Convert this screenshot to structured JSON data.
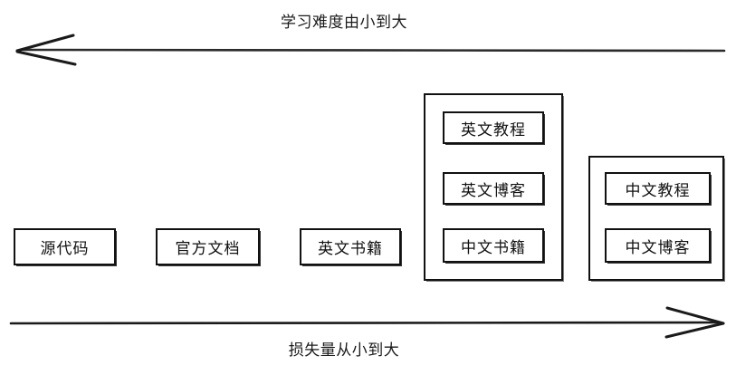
{
  "diagram": {
    "title_top": "学习难度由小到大",
    "title_bottom": "损失量从小到大",
    "axes": [
      {
        "name": "top-axis",
        "label": "学习难度由小到大",
        "direction": "left",
        "arrow_icon": "arrow-left-icon"
      },
      {
        "name": "bottom-axis",
        "label": "损失量从小到大",
        "direction": "right",
        "arrow_icon": "arrow-right-icon"
      }
    ],
    "nodes": [
      {
        "id": "source-code",
        "label": "源代码",
        "level": 1
      },
      {
        "id": "official-docs",
        "label": "官方文档",
        "level": 2
      },
      {
        "id": "english-books",
        "label": "英文书籍",
        "level": 3
      },
      {
        "id": "english-tutorial",
        "label": "英文教程",
        "level": 4
      },
      {
        "id": "english-blog",
        "label": "英文博客",
        "level": 4
      },
      {
        "id": "chinese-books",
        "label": "中文书籍",
        "level": 4
      },
      {
        "id": "chinese-tutorial",
        "label": "中文教程",
        "level": 5
      },
      {
        "id": "chinese-blog",
        "label": "中文博客",
        "level": 5
      }
    ],
    "groups": [
      {
        "id": "english-group",
        "members": [
          "英文教程",
          "英文博客",
          "中文书籍"
        ]
      },
      {
        "id": "chinese-group",
        "members": [
          "中文教程",
          "中文博客"
        ]
      }
    ],
    "colors": {
      "background": "#ffffff",
      "stroke": "#111111",
      "text": "#1a1a1a"
    }
  }
}
